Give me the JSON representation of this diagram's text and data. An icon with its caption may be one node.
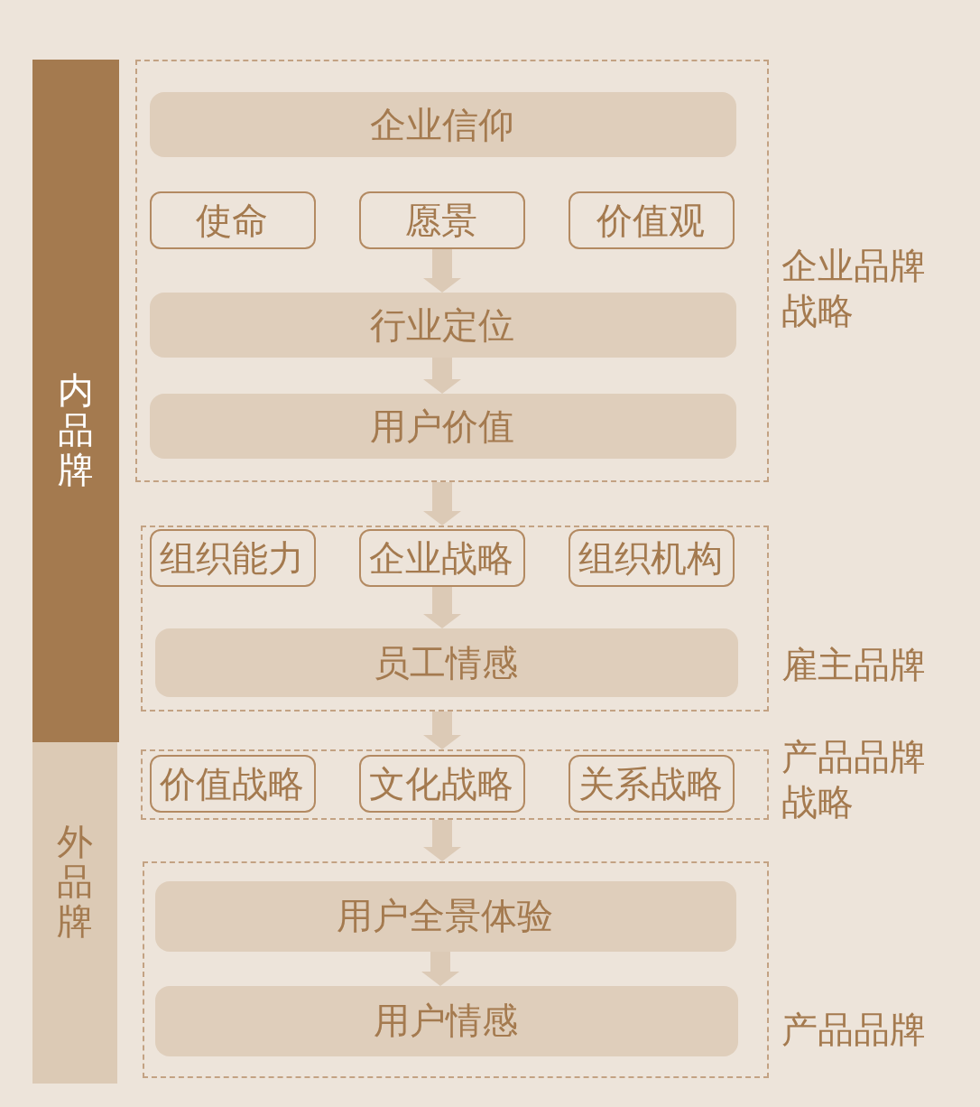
{
  "diagram": {
    "nodes": [
      {
        "text": [
          "内品牌"
        ]
      },
      {
        "text": [
          "企业品牌战略"
        ]
      },
      {
        "text": [
          "企业信仰"
        ],
        "in": 1
      },
      {
        "text": [
          "使命"
        ],
        "in": 1
      },
      {
        "text": [
          "愿景"
        ],
        "in": 1
      },
      {
        "text": [
          "价值观"
        ],
        "in": 1
      },
      {
        "text": [
          "行业定位"
        ],
        "in": 1
      },
      {
        "text": [
          "用户价值"
        ],
        "in": 1
      },
      {
        "text": [
          "雇主品牌"
        ]
      },
      {
        "text": [
          "组织能力"
        ],
        "in": 8
      },
      {
        "text": [
          "企业战略"
        ],
        "in": 8
      },
      {
        "text": [
          "组织机构"
        ],
        "in": 8
      },
      {
        "text": [
          "员工情感"
        ],
        "in": 8
      },
      {
        "text": [
          "外品牌"
        ]
      },
      {
        "text": [
          "产品品牌战略"
        ]
      },
      {
        "text": [
          "价值战略"
        ],
        "in": 14
      },
      {
        "text": [
          "文化战略"
        ],
        "in": 14
      },
      {
        "text": [
          "关系战略"
        ],
        "in": 14
      },
      {
        "text": [
          "产品品牌"
        ]
      },
      {
        "text": [
          "用户全景体验"
        ],
        "in": 18
      },
      {
        "text": [
          "用户情感"
        ],
        "in": 18
      }
    ],
    "edges": [
      {
        "from": 4,
        "to": 6,
        "arrow": "to"
      },
      {
        "from": 6,
        "to": 7,
        "arrow": "to"
      },
      {
        "from": 1,
        "to": 8,
        "arrow": "to"
      },
      {
        "from": 10,
        "to": 12,
        "arrow": "to"
      },
      {
        "from": 8,
        "to": 14,
        "arrow": "to"
      },
      {
        "from": 14,
        "to": 18,
        "arrow": "to"
      },
      {
        "from": 19,
        "to": 20,
        "arrow": "to"
      }
    ]
  }
}
